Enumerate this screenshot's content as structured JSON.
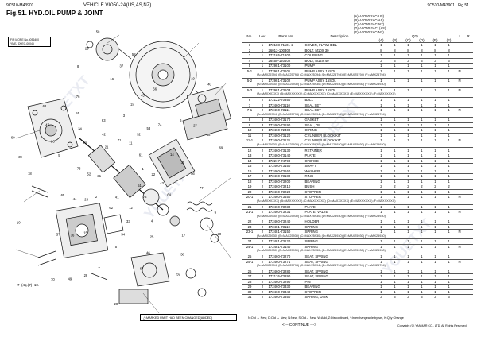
{
  "header": {
    "doc_code_left": "9C510-M43901",
    "vehicle": "VEHICLE VIO50-2A(US,AS,NZ)",
    "fig_title": "Fig.51.   HYD.OIL PUMP & JOINT",
    "doc_code_right": "9C510-M43901",
    "fig_num": "Fig.51"
  },
  "model_box": {
    "line1": "F/R MORE  No.5056400",
    "line2": "YMEJ D9EG-00045"
  },
  "callouts": [
    "1",
    "2",
    "3",
    "4",
    "5",
    "6",
    "7",
    "8",
    "9",
    "10",
    "11",
    "12",
    "13",
    "14",
    "15",
    "16",
    "17",
    "18",
    "19",
    "20",
    "21",
    "22",
    "23",
    "24",
    "25",
    "26",
    "27",
    "28",
    "29",
    "30",
    "31",
    "32",
    "33",
    "34",
    "35",
    "36",
    "37",
    "38",
    "39",
    "40",
    "41",
    "42",
    "43",
    "44",
    "45",
    "46",
    "47",
    "48",
    "49",
    "50",
    "51",
    "52",
    "53",
    "54",
    "55",
    "56",
    "57",
    "58",
    "59",
    "60",
    "61",
    "62",
    "63",
    "64",
    "65",
    "66",
    "67",
    "68",
    "69",
    "70",
    "71",
    "72",
    "73",
    "74",
    "75",
    "76",
    "77"
  ],
  "diagram_note": "7 :(4q.(7)~10.",
  "changed_note": "△:MARKED PART HAD BEEN CHANGED(ADDED)",
  "legend": [
    "(A)=VIO50-2AC(US)",
    "(B)=VIO50-2AC(AS)",
    "(C)=VIO50-2AC(NZ)",
    "(D)=VIO50-2ACL(AS)",
    "(E)=VIO50-2AC(NZ)"
  ],
  "table_head": {
    "no": "No.",
    "lev": "Lev.",
    "parts": "Parts No.",
    "desc": "Description",
    "qty": "Q'ty",
    "cols": [
      "(A)",
      "(B)",
      "(C)",
      "(D)",
      "(E)",
      "(F)"
    ],
    "i": "I",
    "r": "R"
  },
  "rows": [
    {
      "no": "1",
      "lev": "1",
      "part": "172188-71101-2",
      "desc": "COVER, FLYWHEEL",
      "q": [
        "1",
        "1",
        "1",
        "1",
        "1",
        "1"
      ],
      "i": ""
    },
    {
      "no": "2",
      "lev": "1",
      "part": "26013-100302",
      "desc": "BOLT, M10X 30",
      "q": [
        "8",
        "8",
        "8",
        "8",
        "8",
        "8"
      ],
      "i": ""
    },
    {
      "no": "3",
      "lev": "1",
      "part": "172165-71200",
      "desc": "COUPLING",
      "q": [
        "1",
        "1",
        "1",
        "1",
        "1",
        "1"
      ],
      "i": ""
    },
    {
      "no": "4",
      "lev": "1",
      "part": "26450-120402",
      "desc": "BOLT, M12X 40",
      "q": [
        "3",
        "3",
        "3",
        "3",
        "3",
        "3"
      ],
      "i": ""
    },
    {
      "no": "5",
      "lev": "1",
      "part": "172981-73100",
      "desc": "PUMP",
      "q": [
        "1",
        "1",
        "1",
        "1",
        "1",
        "1"
      ],
      "i": ""
    },
    {
      "no": "5-1",
      "lev": "1",
      "part": "172981-73101",
      "desc": "PUMP ASSY 15SOL",
      "q": [
        "1",
        "1",
        "1",
        "1",
        "1",
        "1"
      ],
      "i": "N"
    },
    {
      "sub": "(A=MAX25794)  (B=MAX25794)  (C=MAX25794)  (D=MAX25794)  (E=MAX25794)  (F=MAX25794)"
    },
    {
      "no": "5-2",
      "lev": "1",
      "part": "172981-73102",
      "desc": "PUMP ASSY 15SOL",
      "q": [
        "1",
        "1",
        "1",
        "1",
        "1",
        "1"
      ],
      "i": "N"
    },
    {
      "sub": "(A=MAX25930)  (B=MAX25930)  (C=MAX25930)  (D=MAX25930)  (E=MAX25930)  (F=MAX25930)"
    },
    {
      "no": "5-3",
      "lev": "1",
      "part": "172981-73103",
      "desc": "PUMP ASSY 15SOL",
      "q": [
        "1",
        "1",
        "1",
        "1",
        "1",
        "1"
      ],
      "i": "N"
    },
    {
      "sub": "(A=MAXXXXXX)  (B=MAXXXXXX)  (C=MAXXXXXX)  (D=MAXXXXXX)  (E=MAXXXXXX)  (F=MAXXXXXX)"
    },
    {
      "no": "6",
      "lev": "2",
      "part": "172122-70350",
      "desc": "BALL",
      "q": [
        "1",
        "1",
        "1",
        "1",
        "1",
        "1"
      ],
      "i": ""
    },
    {
      "no": "7",
      "lev": "2",
      "part": "172460-73110",
      "desc": "SEAL SET",
      "q": [
        "1",
        "1",
        "1",
        "1",
        "1",
        "1"
      ],
      "i": ""
    },
    {
      "no": "7-1",
      "lev": "2",
      "part": "172460-73111",
      "desc": "SEAL SET",
      "q": [
        "1",
        "1",
        "1",
        "1",
        "1",
        "1"
      ],
      "i": "N"
    },
    {
      "sub": "(A=MAX25794)  (B=MAX25794)  (C=MAX25794)  (D=MAX25794)  (E=MAX25794)  (F=MAX25794)"
    },
    {
      "no": "8",
      "lev": "3",
      "part": "172460-73170",
      "desc": "GASKET",
      "q": [
        "1",
        "1",
        "1",
        "1",
        "1",
        "1"
      ],
      "i": ""
    },
    {
      "no": "9",
      "lev": "3",
      "part": "172460-73190",
      "desc": "SEAL, OIL",
      "q": [
        "1",
        "1",
        "1",
        "1",
        "1",
        "1"
      ],
      "i": ""
    },
    {
      "no": "10",
      "lev": "3",
      "part": "172460-72400",
      "desc": "O-RING",
      "q": [
        "1",
        "1",
        "1",
        "1",
        "1",
        "1"
      ],
      "i": ""
    },
    {
      "no": "11",
      "lev": "2",
      "part": "172460-73120",
      "desc": "CYLINDER BLOCK KIT",
      "q": [
        "1",
        "1",
        "1",
        "1",
        "1",
        "1"
      ],
      "i": ""
    },
    {
      "no": "11-1",
      "lev": "2",
      "part": "172460-73121",
      "desc": "CYLINDER BLOCK KIT",
      "q": [
        "1",
        "1",
        "1",
        "1",
        "1",
        "1"
      ],
      "i": "N"
    },
    {
      "sub": "(A=MAX25930)  (B=MAX25930)  (C=MAX25930)  (D=MAX25930)  (E=MAX25930)  (F=MAX25930)"
    },
    {
      "no": "12",
      "lev": "2",
      "part": "172460-73130",
      "desc": "RETAINER",
      "q": [
        "1",
        "1",
        "1",
        "1",
        "1",
        "1"
      ],
      "i": ""
    },
    {
      "no": "13",
      "lev": "2",
      "part": "172460-73140",
      "desc": "PLATE",
      "q": [
        "1",
        "1",
        "1",
        "1",
        "1",
        "1"
      ],
      "i": ""
    },
    {
      "no": "14",
      "lev": "2",
      "part": "172217-74790",
      "desc": "ORIFICE",
      "q": [
        "1",
        "1",
        "1",
        "1",
        "1",
        "1"
      ],
      "i": ""
    },
    {
      "no": "15",
      "lev": "2",
      "part": "172460-73150",
      "desc": "SHAFT",
      "q": [
        "1",
        "1",
        "1",
        "1",
        "1",
        "1"
      ],
      "i": ""
    },
    {
      "no": "16",
      "lev": "2",
      "part": "172460-73160",
      "desc": "WASHER",
      "q": [
        "1",
        "1",
        "1",
        "1",
        "1",
        "1"
      ],
      "i": ""
    },
    {
      "no": "17",
      "lev": "2",
      "part": "172460-73180",
      "desc": "RING",
      "q": [
        "1",
        "1",
        "1",
        "1",
        "1",
        "1"
      ],
      "i": ""
    },
    {
      "no": "18",
      "lev": "2",
      "part": "172460-73200",
      "desc": "BEARING",
      "q": [
        "1",
        "1",
        "1",
        "1",
        "1",
        "1"
      ],
      "i": ""
    },
    {
      "no": "19",
      "lev": "2",
      "part": "172460-73210",
      "desc": "BUSH",
      "q": [
        "2",
        "2",
        "2",
        "2",
        "2",
        "2"
      ],
      "i": ""
    },
    {
      "no": "20",
      "lev": "2",
      "part": "172460-73220",
      "desc": "STOPPER",
      "q": [
        "1",
        "1",
        "1",
        "1",
        "1",
        "1"
      ],
      "i": ""
    },
    {
      "no": "20-1",
      "lev": "1",
      "part": "172460-73450",
      "desc": "STOPPER",
      "q": [
        "1",
        "1",
        "1",
        "1",
        "1",
        "1"
      ],
      "i": "N"
    },
    {
      "sub": "(A=MAXXXXXX)  (B=MAXXXXXX)  (C=MAXXXXXX)  (D=MAXXXXXX)  (E=MAXXXXXX)  (F=MAXXXXXX)"
    },
    {
      "no": "21",
      "lev": "2",
      "part": "172460-73230",
      "desc": "PLATE",
      "q": [
        "1",
        "1",
        "1",
        "1",
        "1",
        "1"
      ],
      "i": ""
    },
    {
      "no": "21-1",
      "lev": "2",
      "part": "172460-73231",
      "desc": "PLATE, VALVE",
      "q": [
        "1",
        "1",
        "1",
        "1",
        "1",
        "1"
      ],
      "i": "N"
    },
    {
      "sub": "(A=MAX25930)  (B=MAX25930)  (C=MAX25930)  (D=MAX25930)  (E=MAX25930)  (F=MAX25930)"
    },
    {
      "no": "22",
      "lev": "2",
      "part": "172460-73240",
      "desc": "HOLDER",
      "q": [
        "1",
        "1",
        "1",
        "1",
        "1",
        "1"
      ],
      "i": ""
    },
    {
      "no": "23",
      "lev": "2",
      "part": "172481-73110",
      "desc": "SPRING",
      "q": [
        "1",
        "1",
        "1",
        "1",
        "1",
        "1"
      ],
      "i": ""
    },
    {
      "no": "23-1",
      "lev": "2",
      "part": "172481-73150",
      "desc": "SPRING",
      "q": [
        "1",
        "1",
        "1",
        "1",
        "1",
        "1"
      ],
      "i": "N"
    },
    {
      "sub": "(A=MAX25930)  (B=MAX25930)  (C=MAX25930)  (D=MAX25930)  (E=MAX25930)  (F=MAX25930)"
    },
    {
      "no": "24",
      "lev": "2",
      "part": "172481-73120",
      "desc": "SPRING",
      "q": [
        "1",
        "1",
        "1",
        "1",
        "1",
        "1"
      ],
      "i": ""
    },
    {
      "no": "24-1",
      "lev": "2",
      "part": "172481-73140",
      "desc": "SPRING",
      "q": [
        "1",
        "1",
        "1",
        "1",
        "1",
        "1"
      ],
      "i": "N"
    },
    {
      "sub": "(A=MAX25930)  (B=MAX25930)  (C=MAX25930)  (D=MAX25930)  (E=MAX25930)  (F=MAX25930)"
    },
    {
      "no": "25",
      "lev": "2",
      "part": "172460-73270",
      "desc": "SEAT, SPRING",
      "q": [
        "1",
        "1",
        "1",
        "1",
        "1",
        "1"
      ],
      "i": ""
    },
    {
      "no": "25-1",
      "lev": "2",
      "part": "172460-73271",
      "desc": "SEAT, SPRING",
      "q": [
        "1",
        "1",
        "1",
        "1",
        "1",
        "1"
      ],
      "i": "N"
    },
    {
      "sub": "(A=MAX25794)  (B=MAX25794)  (C=MAX25794)  (D=MAX25794)  (E=MAX25794)  (F=MAX25794)"
    },
    {
      "no": "26",
      "lev": "2",
      "part": "172460-73280",
      "desc": "SEAT, SPRING",
      "q": [
        "1",
        "1",
        "1",
        "1",
        "1",
        "1"
      ],
      "i": ""
    },
    {
      "no": "27",
      "lev": "2",
      "part": "172176-73290",
      "desc": "SEAT, SPRING",
      "q": [
        "1",
        "1",
        "1",
        "1",
        "1",
        "1"
      ],
      "i": ""
    },
    {
      "no": "28",
      "lev": "2",
      "part": "172460-73290",
      "desc": "PIN",
      "q": [
        "1",
        "1",
        "1",
        "1",
        "1",
        "1"
      ],
      "i": ""
    },
    {
      "no": "29",
      "lev": "2",
      "part": "172460-73330",
      "desc": "BEARING",
      "q": [
        "1",
        "1",
        "1",
        "1",
        "1",
        "1"
      ],
      "i": ""
    },
    {
      "no": "30",
      "lev": "2",
      "part": "172460-73340",
      "desc": "STOPPER",
      "q": [
        "1",
        "1",
        "1",
        "1",
        "1",
        "1"
      ],
      "i": ""
    },
    {
      "no": "31",
      "lev": "2",
      "part": "172460-73350",
      "desc": "SPRING, DISK",
      "q": [
        "3",
        "3",
        "3",
        "3",
        "3",
        "3"
      ],
      "i": ""
    }
  ],
  "footer": {
    "legend": "N:Old → New, D:Old → New, N:New, S:Old→ New, W:Add, Z:Discontinued, *:Interchangeable by set, K:Q'ty Change",
    "continue": "<--- CONTINUE --->",
    "copyright": "Copyright (C)  YANMAR CO., LTD. All Rights Reserved"
  },
  "watermark": "YOUETXT"
}
